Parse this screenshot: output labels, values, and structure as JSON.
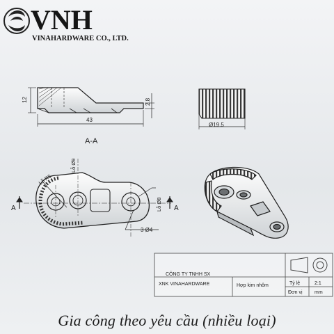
{
  "brand": {
    "name": "VNH",
    "company": "VINAHARDWARE CO., LTD."
  },
  "drawing": {
    "section_title": "A-A",
    "dimensions": {
      "height": "12",
      "length": "43",
      "thickness": "2.8",
      "diameter_knurl": "Ø19.5",
      "hole_top": "Lỗ Ø9",
      "radius": "Lỗ R5",
      "hole_right": "Lỗ Ø8",
      "hole_bottom": "3 Ø4"
    },
    "section_markers": [
      "A",
      "A"
    ]
  },
  "title_block": {
    "company_line1": "CÔNG TY TNHH SX",
    "company_line2": "XNK VINAHARDWARE",
    "material": "Hợp kim nhôm",
    "scale_label": "Tỷ lệ",
    "scale_value": "2:1",
    "unit_label": "Đơn vị",
    "unit_value": "mm"
  },
  "tagline": "Gia công theo yêu cầu (nhiều loại)"
}
